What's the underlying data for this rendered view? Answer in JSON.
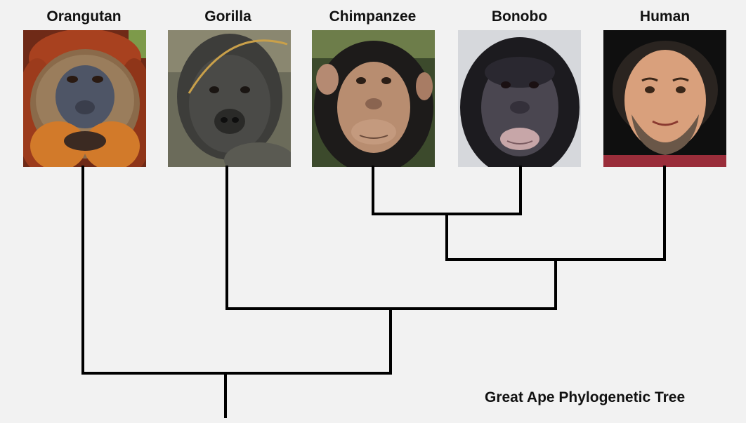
{
  "title": "Great Ape Phylogenetic Tree",
  "species": [
    {
      "name": "Orangutan",
      "image_subject": "orangutan-face"
    },
    {
      "name": "Gorilla",
      "image_subject": "gorilla-face"
    },
    {
      "name": "Chimpanzee",
      "image_subject": "chimpanzee-face"
    },
    {
      "name": "Bonobo",
      "image_subject": "bonobo-face"
    },
    {
      "name": "Human",
      "image_subject": "human-face"
    }
  ],
  "tree": {
    "clades": [
      {
        "members": [
          "Chimpanzee",
          "Bonobo"
        ]
      },
      {
        "members": [
          "Chimpanzee",
          "Bonobo",
          "Human"
        ]
      },
      {
        "members": [
          "Gorilla",
          "Chimpanzee",
          "Bonobo",
          "Human"
        ]
      },
      {
        "members": [
          "Orangutan",
          "Gorilla",
          "Chimpanzee",
          "Bonobo",
          "Human"
        ]
      }
    ]
  },
  "colors": {
    "background": "#ffffff",
    "page_margin": "#f2f2f2",
    "tree_lines": "#000000",
    "text": "#111111"
  }
}
